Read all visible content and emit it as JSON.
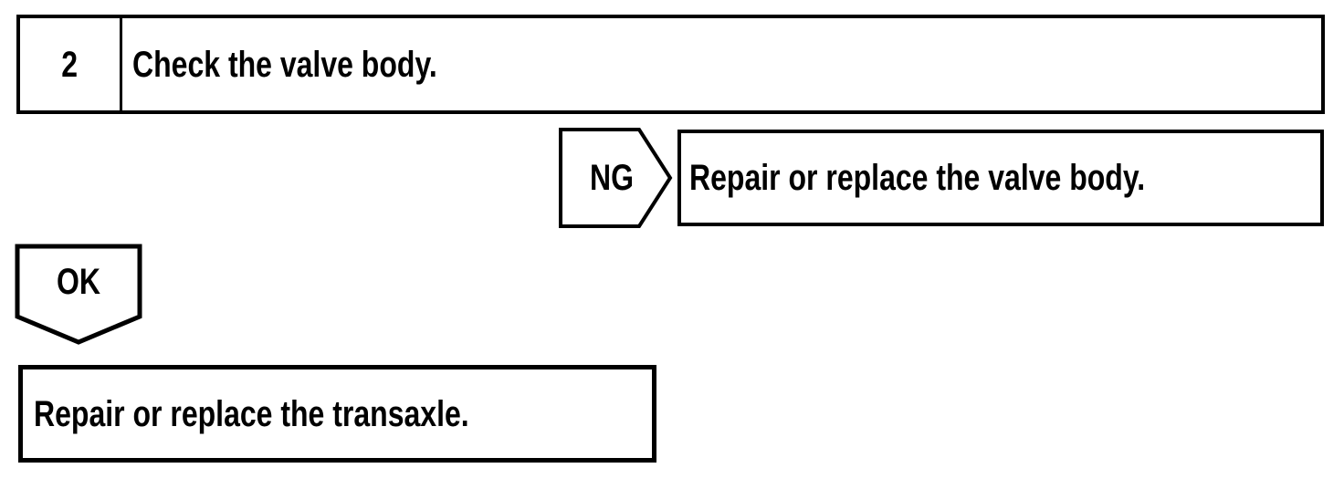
{
  "flowchart": {
    "step_box": {
      "number": "2",
      "instruction": "Check the valve body."
    },
    "ng_branch": {
      "connector_label": "NG",
      "action": "Repair or replace the valve body."
    },
    "ok_branch": {
      "connector_label": "OK",
      "action": "Repair or replace the transaxle."
    },
    "colors": {
      "line": "#000000",
      "text": "#000000",
      "background": "#ffffff"
    }
  }
}
